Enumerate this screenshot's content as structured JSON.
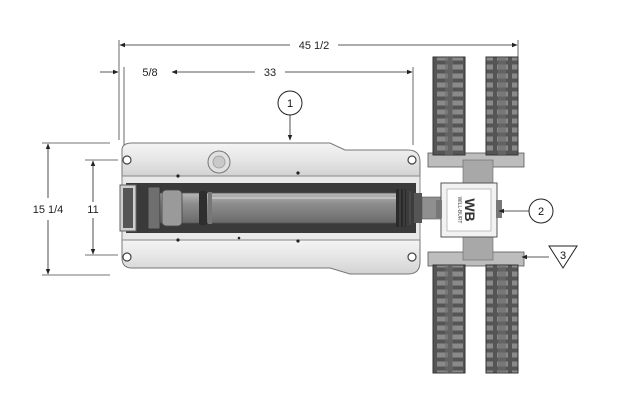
{
  "dimensions": {
    "overall_length": "45 1/2",
    "offset": "5/8",
    "body_length": "33",
    "overall_width": "15 1/4",
    "inner_width": "11"
  },
  "callouts": [
    "1",
    "2",
    "3"
  ],
  "brand": {
    "logo": "WB",
    "subtext": "WILL-BURT"
  }
}
